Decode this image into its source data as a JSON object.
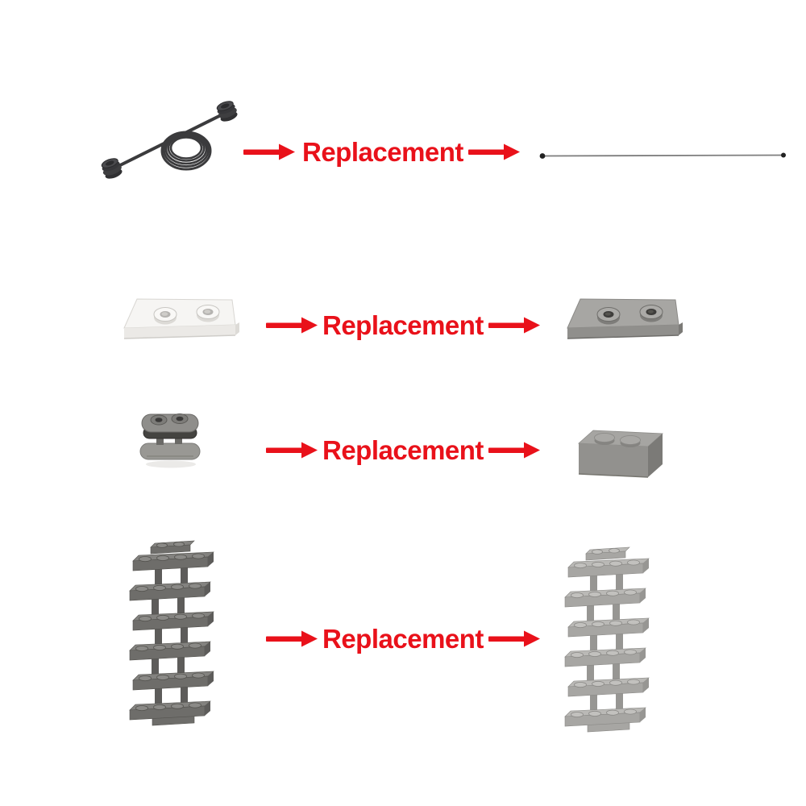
{
  "colors": {
    "accent_red": "#e9111a",
    "string_black": "#3b3b3d",
    "white_plate": "#f6f5f3",
    "gray_plate": "#a7a6a3",
    "gray_brick": "#a6a5a2",
    "dark_ladder_gray": "#6e6d6a",
    "light_ladder_gray": "#a7a6a3",
    "background": "#ffffff"
  },
  "icons": {
    "arrow": "arrow-right-icon"
  },
  "rows": [
    {
      "label": "Replacement",
      "left_part": "coiled-string-with-end-studs",
      "right_part": "stretched-string-with-end-studs"
    },
    {
      "label": "Replacement",
      "left_part": "white-plate-with-2-hollow-studs",
      "right_part": "gray-plate-with-2-hollow-studs"
    },
    {
      "label": "Replacement",
      "left_part": "gray-rounded-plate-stack-with-band",
      "right_part": "gray-brick-1x2"
    },
    {
      "label": "Replacement",
      "left_part": "dark-gray-plate-ladder",
      "right_part": "light-gray-plate-ladder"
    }
  ]
}
